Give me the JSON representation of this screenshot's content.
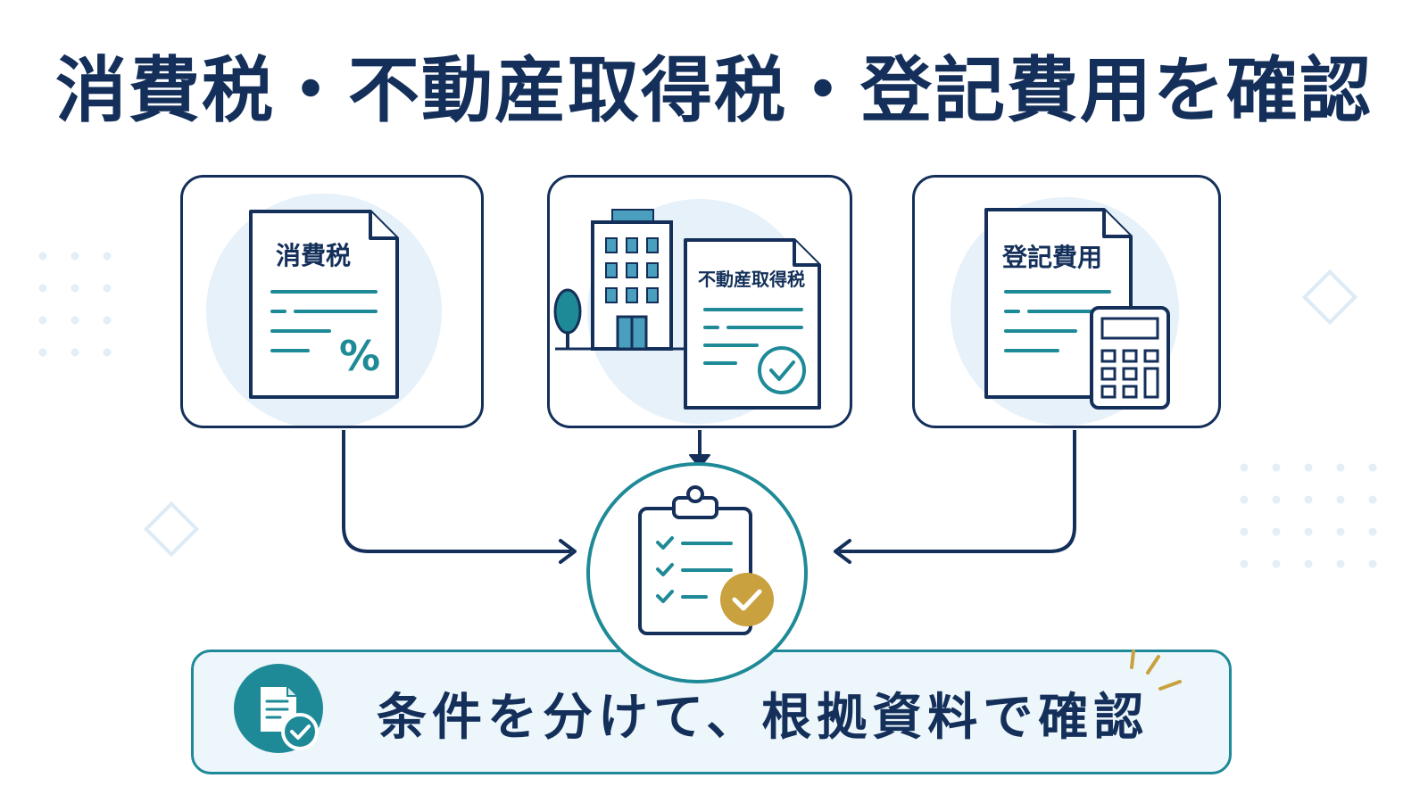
{
  "title": "消費税・不動産取得税・登記費用を確認",
  "cards": [
    {
      "id": "consumption-tax",
      "label": "消費税",
      "icon": "document-percent-icon"
    },
    {
      "id": "acquisition-tax",
      "label": "不動産取得税",
      "icon": "building-document-check-icon"
    },
    {
      "id": "registration-cost",
      "label": "登記費用",
      "icon": "document-calculator-icon"
    }
  ],
  "hub": {
    "icon": "clipboard-checklist-icon"
  },
  "footer": {
    "text": "条件を分けて、根拠資料で確認",
    "icon": "document-check-icon"
  },
  "colors": {
    "navy": "#14305a",
    "teal": "#1f8a97",
    "light_blue": "#e6f1fa",
    "gold": "#c9a13e"
  }
}
